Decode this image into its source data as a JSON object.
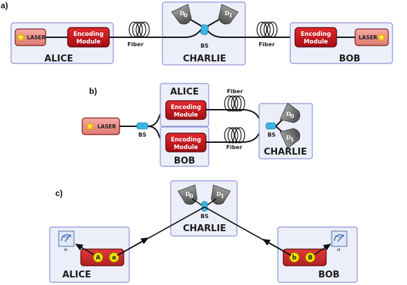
{
  "panels": {
    "a": {
      "label": "a)",
      "alice": "ALICE",
      "bob": "BOB",
      "charlie": "CHARLIE",
      "laser": "LASER",
      "encoding_line1": "Encoding",
      "encoding_line2": "Module",
      "fiber": "Fiber",
      "bs": "BS",
      "d0": "D",
      "d1": "D",
      "d0_sub": "0",
      "d1_sub": "1"
    },
    "b": {
      "label": "b)",
      "alice": "ALICE",
      "bob": "BOB",
      "charlie": "CHARLIE",
      "laser": "LASER",
      "encoding_line1": "Encoding",
      "encoding_line2": "Module",
      "fiber": "Fiber",
      "bs": "BS",
      "d0": "D",
      "d1": "D",
      "d0_sub": "0",
      "d1_sub": "1"
    },
    "c": {
      "label": "c)",
      "alice": "ALICE",
      "bob": "BOB",
      "charlie": "CHARLIE",
      "bs": "BS",
      "d0": "D",
      "d1": "D",
      "d0_sub": "0",
      "d1_sub": "1",
      "memory_label": "M",
      "alice_qubits": [
        "A",
        "a"
      ],
      "bob_qubits": [
        "b",
        "B"
      ]
    }
  },
  "colors": {
    "box_fill": "#eceef9",
    "box_stroke": "#8d92d6",
    "module_fill": "#c2121b",
    "module_stroke": "#5a0508",
    "laser_fill": "#f08f8a",
    "laser_stroke": "#7a1c1c",
    "laser_star": "#ffd400",
    "bs_fill": "#39b6e3",
    "detector_fill": "#6e6e6e",
    "qubit_fill": "#f2e400"
  },
  "icons": [
    "laser-icon",
    "detector-icon",
    "fiber-coil-icon",
    "beam-splitter-icon",
    "memory-gauge-icon"
  ]
}
